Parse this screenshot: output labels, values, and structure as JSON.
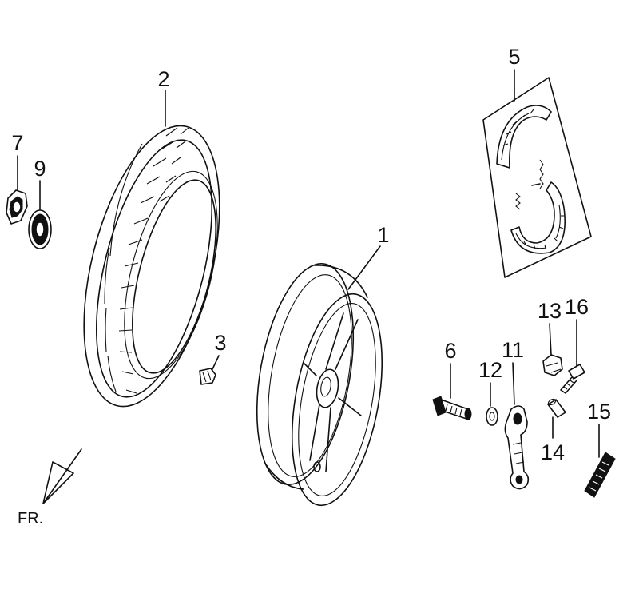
{
  "diagram": {
    "parts": [
      {
        "id": "1",
        "label": "1"
      },
      {
        "id": "2",
        "label": "2"
      },
      {
        "id": "3",
        "label": "3"
      },
      {
        "id": "5",
        "label": "5"
      },
      {
        "id": "6",
        "label": "6"
      },
      {
        "id": "7",
        "label": "7"
      },
      {
        "id": "9",
        "label": "9"
      },
      {
        "id": "11",
        "label": "11"
      },
      {
        "id": "12",
        "label": "12"
      },
      {
        "id": "13",
        "label": "13"
      },
      {
        "id": "14",
        "label": "14"
      },
      {
        "id": "15",
        "label": "15"
      },
      {
        "id": "16",
        "label": "16"
      }
    ],
    "direction_label": "FR."
  }
}
